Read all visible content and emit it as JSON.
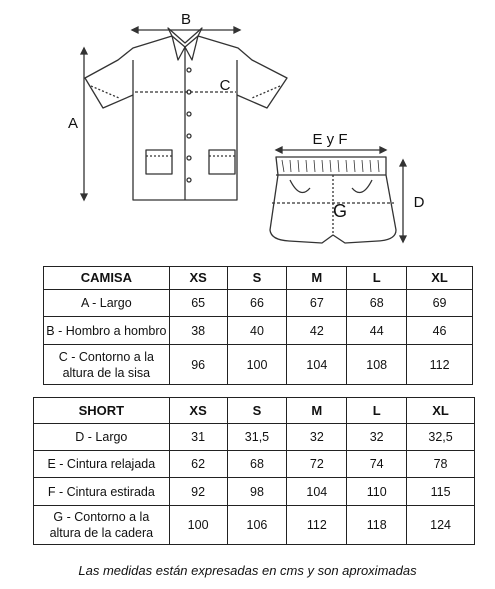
{
  "diagram": {
    "label_a": "A",
    "label_b": "B",
    "label_c": "C",
    "label_d": "D",
    "label_ef": "E y F",
    "label_g": "G"
  },
  "camisa": {
    "headers": [
      "CAMISA",
      "XS",
      "S",
      "M",
      "L",
      "XL"
    ],
    "rows": [
      {
        "label": [
          "A - Largo"
        ],
        "values": [
          "65",
          "66",
          "67",
          "68",
          "69"
        ]
      },
      {
        "label": [
          "B - Hombro a hombro"
        ],
        "values": [
          "38",
          "40",
          "42",
          "44",
          "46"
        ]
      },
      {
        "label": [
          "C - Contorno a la",
          "altura de la sisa"
        ],
        "values": [
          "96",
          "100",
          "104",
          "108",
          "112"
        ]
      }
    ]
  },
  "short": {
    "headers": [
      "SHORT",
      "XS",
      "S",
      "M",
      "L",
      "XL"
    ],
    "rows": [
      {
        "label": [
          "D - Largo"
        ],
        "values": [
          "31",
          "31,5",
          "32",
          "32",
          "32,5"
        ]
      },
      {
        "label": [
          "E - Cintura relajada"
        ],
        "values": [
          "62",
          "68",
          "72",
          "74",
          "78"
        ]
      },
      {
        "label": [
          "F - Cintura estirada"
        ],
        "values": [
          "92",
          "98",
          "104",
          "110",
          "115"
        ]
      },
      {
        "label": [
          "G - Contorno a la",
          "altura de la cadera"
        ],
        "values": [
          "100",
          "106",
          "112",
          "118",
          "124"
        ]
      }
    ]
  },
  "footnote": "Las medidas están expresadas en cms y son aproximadas"
}
